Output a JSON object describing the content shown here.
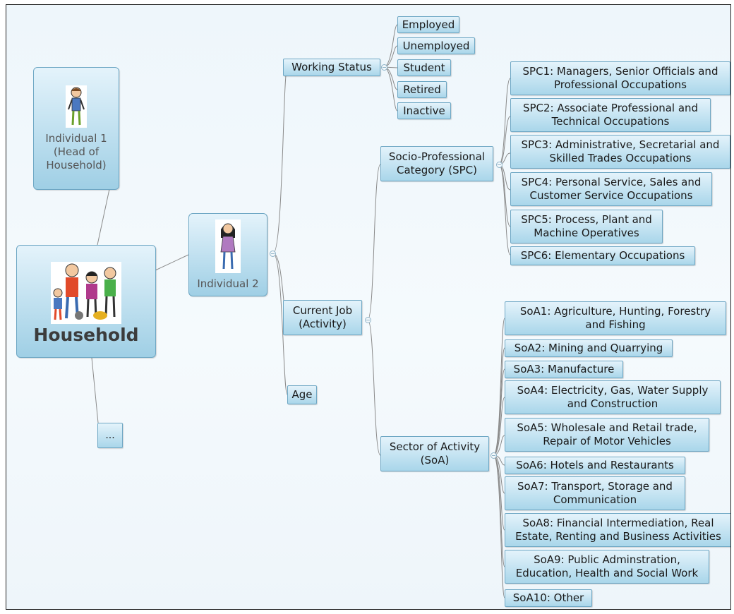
{
  "root": {
    "label": "Household"
  },
  "individual1": {
    "label": "Individual 1\n(Head of\nHousehold)"
  },
  "individual2": {
    "label": "Individual 2"
  },
  "more": {
    "label": "..."
  },
  "attributes": {
    "working_status": "Working Status",
    "current_job": "Current Job\n(Activity)",
    "age": "Age"
  },
  "working_status_options": [
    "Employed",
    "Unemployed",
    "Student",
    "Retired",
    "Inactive"
  ],
  "job_groups": {
    "spc": "Socio-Professional\nCategory (SPC)",
    "soa": "Sector of Activity\n(SoA)"
  },
  "spc_items": [
    "SPC1: Managers, Senior Officials and\nProfessional Occupations",
    "SPC2: Associate Professional and\nTechnical Occupations",
    "SPC3: Administrative, Secretarial and\nSkilled Trades Occupations",
    "SPC4: Personal Service, Sales and\nCustomer Service Occupations",
    "SPC5: Process, Plant and\nMachine Operatives",
    "SPC6: Elementary Occupations"
  ],
  "soa_items": [
    "SoA1: Agriculture, Hunting,  Forestry\nand Fishing",
    "SoA2: Mining and Quarrying",
    "SoA3: Manufacture",
    "SoA4: Electricity, Gas, Water Supply\nand Construction",
    "SoA5: Wholesale and Retail trade,\nRepair of Motor Vehicles",
    "SoA6: Hotels and Restaurants",
    "SoA7: Transport, Storage and\nCommunication",
    "SoA8: Financial Intermediation, Real\nEstate, Renting and Business Activities",
    "SoA9: Public Adminstration,\nEducation, Health and Social Work",
    "SoA10: Other"
  ]
}
